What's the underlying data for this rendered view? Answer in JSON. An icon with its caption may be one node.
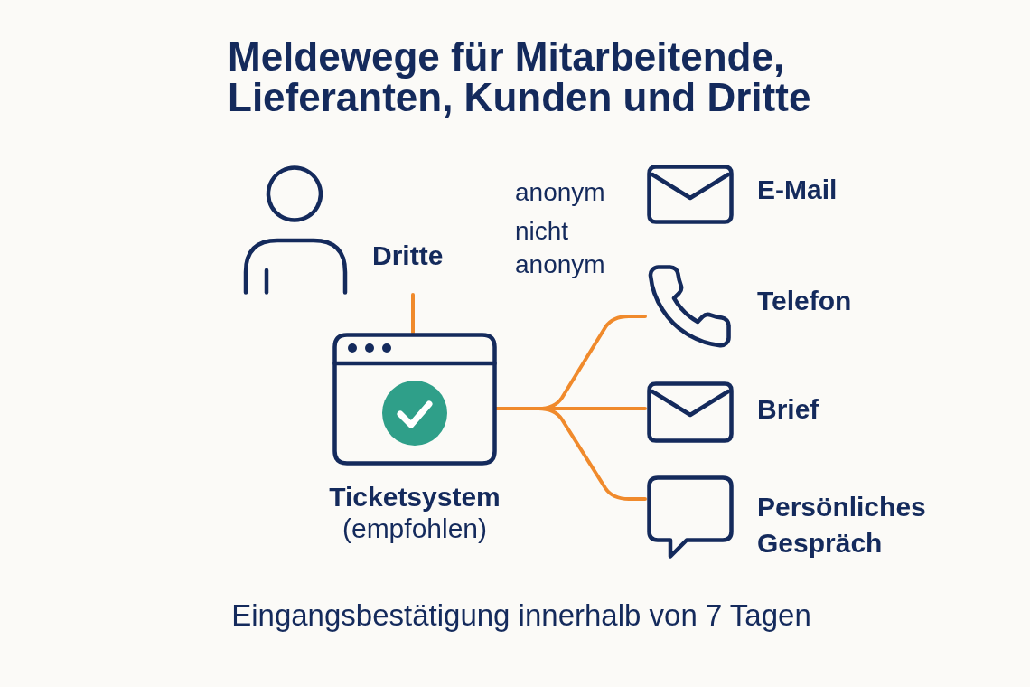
{
  "diagram": {
    "title": "Meldewege für Mitarbeitende, Lieferanten, Kunden und Dritte",
    "nodes": [
      {
        "text": [
          "Dritte"
        ]
      },
      {
        "text": [
          "E-Mail"
        ]
      },
      {
        "text": [
          "Ticketsystem",
          "(empfohlen)"
        ]
      },
      {
        "text": [
          "Telefon"
        ]
      },
      {
        "text": [
          "Brief"
        ]
      },
      {
        "text": [
          "Persönliches Gespräch"
        ]
      }
    ],
    "edges": [
      {
        "from": 2,
        "to": 0,
        "arrow": "none"
      },
      {
        "from": 2,
        "to": 3,
        "arrow": "none"
      },
      {
        "from": 2,
        "to": 4,
        "arrow": "none"
      },
      {
        "from": 2,
        "to": 5,
        "arrow": "none"
      }
    ],
    "labels": [
      "anonym",
      "nicht anonym"
    ],
    "caption": "Eingangsbestätigung innerhalb von 7 Tagen"
  }
}
